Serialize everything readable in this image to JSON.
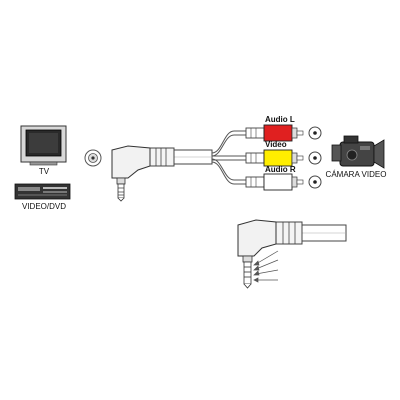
{
  "devices": {
    "tv_label": "TV",
    "video_dvd_label": "VIDEO/DVD",
    "camcorder_label": "CÁMARA VIDEO"
  },
  "plugs": [
    {
      "label": "Audio L",
      "color": "#e02020"
    },
    {
      "label": "Video",
      "color": "#ffee00"
    },
    {
      "label": "Audio R",
      "color": "#ffffff"
    }
  ],
  "icons": [
    "tv-icon",
    "vcr-dvd-icon",
    "av-input-socket-icon",
    "minijack-plug-icon",
    "rca-socket-icon",
    "camcorder-icon"
  ]
}
